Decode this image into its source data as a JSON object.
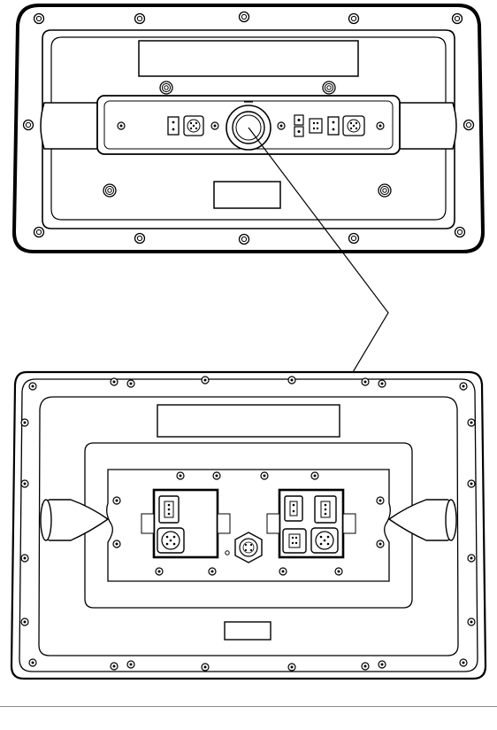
{
  "figure": {
    "views": [
      {
        "id": "top-view",
        "label": ""
      },
      {
        "id": "bottom-view",
        "label": ""
      }
    ],
    "callout": {
      "from": "top-view-center-port",
      "to": "bottom-view-center-connector",
      "label": ""
    },
    "colors": {
      "line": "#000000",
      "fill": "#ffffff",
      "label_plate": "#f4f4f4",
      "footer_rule": "#8a8a8a"
    },
    "icons": [
      "screw-icon",
      "connector-port-icon",
      "pin-connector-icon",
      "round-connector-icon"
    ]
  }
}
